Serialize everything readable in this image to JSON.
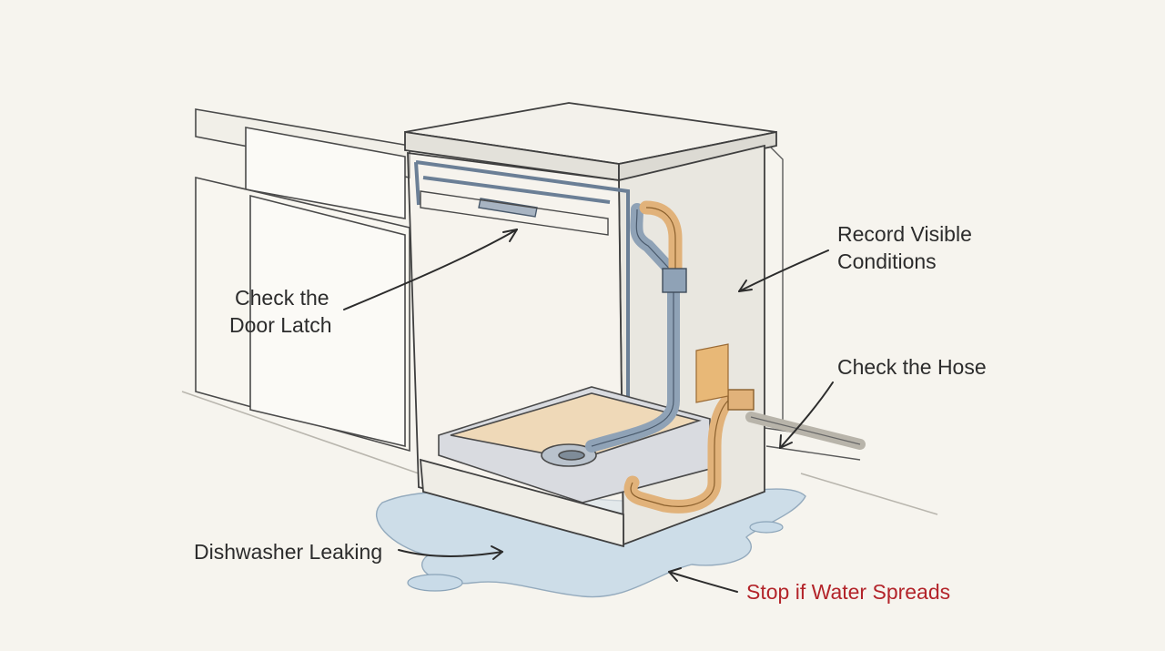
{
  "labels": {
    "door_latch": {
      "line1": "Check the",
      "line2": "Door Latch"
    },
    "record_conditions": {
      "line1": "Record Visible",
      "line2": "Conditions"
    },
    "hose": "Check the Hose",
    "leaking": "Dishwasher Leaking",
    "stop": "Stop if Water Spreads"
  },
  "colors": {
    "background": "#f6f4ee",
    "ink": "#2c2c2c",
    "warning": "#b3242a",
    "water": "#c9dbe8",
    "drain_hose": "#e1b27a",
    "inner_tube": "#8fa2b6"
  }
}
